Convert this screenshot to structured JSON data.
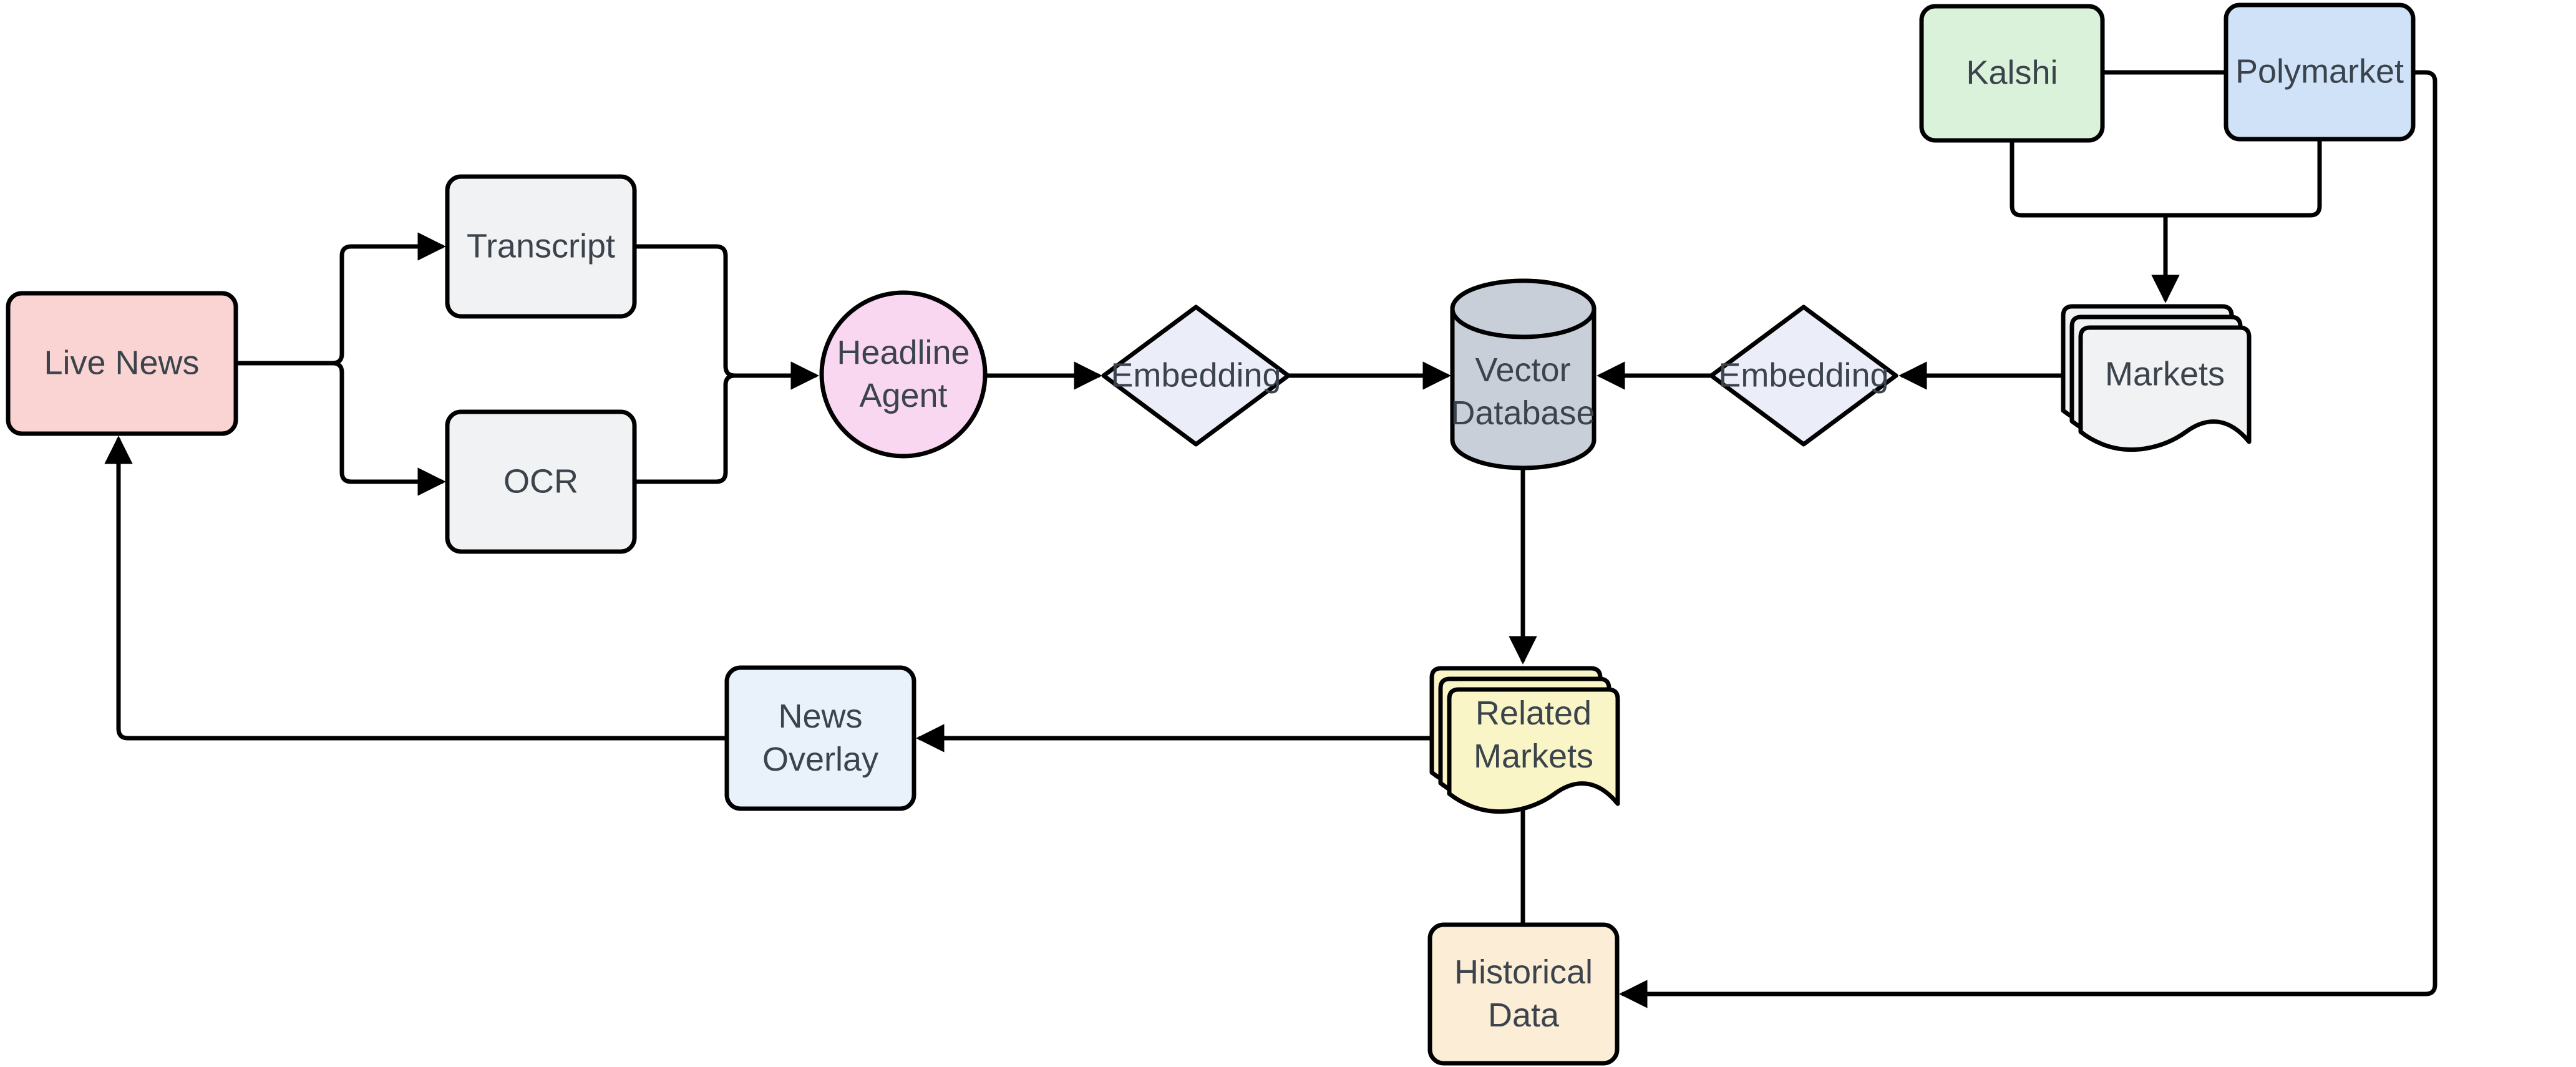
{
  "diagram": {
    "background": "#ffffff",
    "stroke_color": "#000000",
    "text_color": "#3b434c",
    "nodes": {
      "live_news": {
        "label": "Live News",
        "shape": "rounded-rect",
        "fill": "#f9d4d2"
      },
      "transcript": {
        "label": "Transcript",
        "shape": "rounded-rect",
        "fill": "#f1f2f3"
      },
      "ocr": {
        "label": "OCR",
        "shape": "rounded-rect",
        "fill": "#f1f2f3"
      },
      "headline_agent": {
        "label": "Headline Agent",
        "shape": "circle",
        "fill": "#f9d7f1"
      },
      "embedding_left": {
        "label": "Embedding",
        "shape": "diamond",
        "fill": "#ebedf9"
      },
      "vector_database": {
        "label": "Vector Database",
        "shape": "cylinder",
        "fill": "#c8cfd8"
      },
      "embedding_right": {
        "label": "Embedding",
        "shape": "diamond",
        "fill": "#ebedf9"
      },
      "markets": {
        "label": "Markets",
        "shape": "multi-document",
        "fill": "#f1f2f3"
      },
      "kalshi": {
        "label": "Kalshi",
        "shape": "rounded-rect",
        "fill": "#daf2da"
      },
      "polymarket": {
        "label": "Polymarket",
        "shape": "rounded-rect",
        "fill": "#cfe2f8"
      },
      "related_markets": {
        "label": "Related Markets",
        "shape": "multi-document",
        "fill": "#f9f5c6"
      },
      "news_overlay": {
        "label": "News Overlay",
        "shape": "rounded-rect",
        "fill": "#e9f1fb"
      },
      "historical_data": {
        "label": "Historical Data",
        "shape": "rounded-rect",
        "fill": "#fcedd6"
      }
    },
    "edges": [
      {
        "from": "live_news",
        "to": "transcript",
        "arrow": true
      },
      {
        "from": "live_news",
        "to": "ocr",
        "arrow": true
      },
      {
        "from": "transcript",
        "to": "headline_agent",
        "arrow": true
      },
      {
        "from": "ocr",
        "to": "headline_agent",
        "arrow": true
      },
      {
        "from": "headline_agent",
        "to": "embedding_left",
        "arrow": true
      },
      {
        "from": "embedding_left",
        "to": "vector_database",
        "arrow": true
      },
      {
        "from": "kalshi",
        "to": "polymarket",
        "arrow": false
      },
      {
        "from": "kalshi",
        "to": "markets",
        "arrow": true
      },
      {
        "from": "polymarket",
        "to": "markets",
        "arrow": true
      },
      {
        "from": "markets",
        "to": "embedding_right",
        "arrow": true
      },
      {
        "from": "embedding_right",
        "to": "vector_database",
        "arrow": true
      },
      {
        "from": "vector_database",
        "to": "related_markets",
        "arrow": true
      },
      {
        "from": "related_markets",
        "to": "news_overlay",
        "arrow": true
      },
      {
        "from": "news_overlay",
        "to": "live_news",
        "arrow": true
      },
      {
        "from": "related_markets",
        "to": "historical_data",
        "arrow": false
      },
      {
        "from": "polymarket",
        "to": "historical_data",
        "arrow": true
      }
    ]
  }
}
